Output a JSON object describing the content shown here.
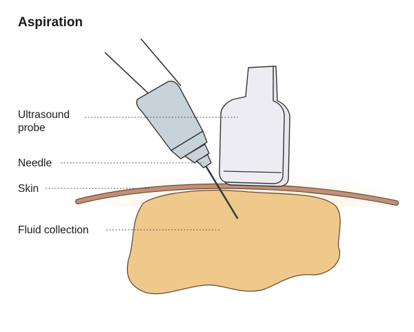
{
  "title": "Aspiration",
  "labels": {
    "ultrasound_probe_line1": "Ultrasound",
    "ultrasound_probe_line2": "probe",
    "needle": "Needle",
    "skin": "Skin",
    "fluid_collection": "Fluid collection"
  },
  "colors": {
    "skin_band": "#b98572",
    "tissue_glow": "#f6e4cc",
    "fluid": "#efc98c",
    "fluid_outline": "#6b4a2e",
    "syringe": "#c7d3d8",
    "probe": "#e7e7ee",
    "needle": "#444444",
    "leader": "#555555"
  }
}
